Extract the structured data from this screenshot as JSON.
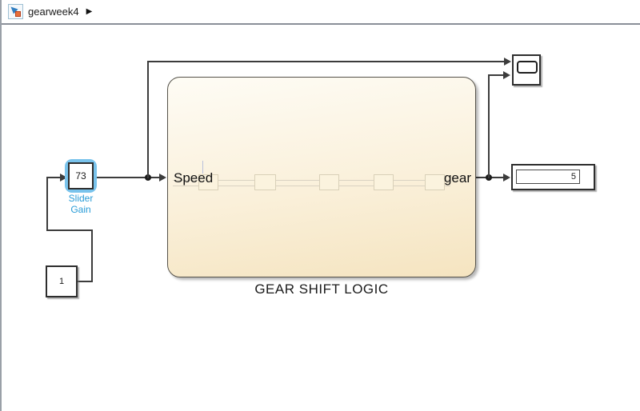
{
  "breadcrumb": {
    "model_name": "gearweek4",
    "expand_arrow": "▶",
    "icon": "simulink-model-icon"
  },
  "blocks": {
    "constant": {
      "value": "1"
    },
    "slider_gain": {
      "value": "73",
      "label_line1": "Slider",
      "label_line2": "Gain"
    },
    "subsystem": {
      "label": "GEAR SHIFT LOGIC",
      "input_port": "Speed",
      "output_port": "gear"
    },
    "scope": {
      "icon": "scope-screen-icon"
    },
    "display": {
      "value": "5"
    }
  },
  "colors": {
    "selection_highlight": "#79c3ec",
    "selected_label_blue": "#2a9cd7",
    "subsystem_fill_top": "#fefcf5",
    "subsystem_fill_bottom": "#f5e4c0",
    "wire": "#3c3c3c",
    "canvas_background": "#ffffff"
  }
}
